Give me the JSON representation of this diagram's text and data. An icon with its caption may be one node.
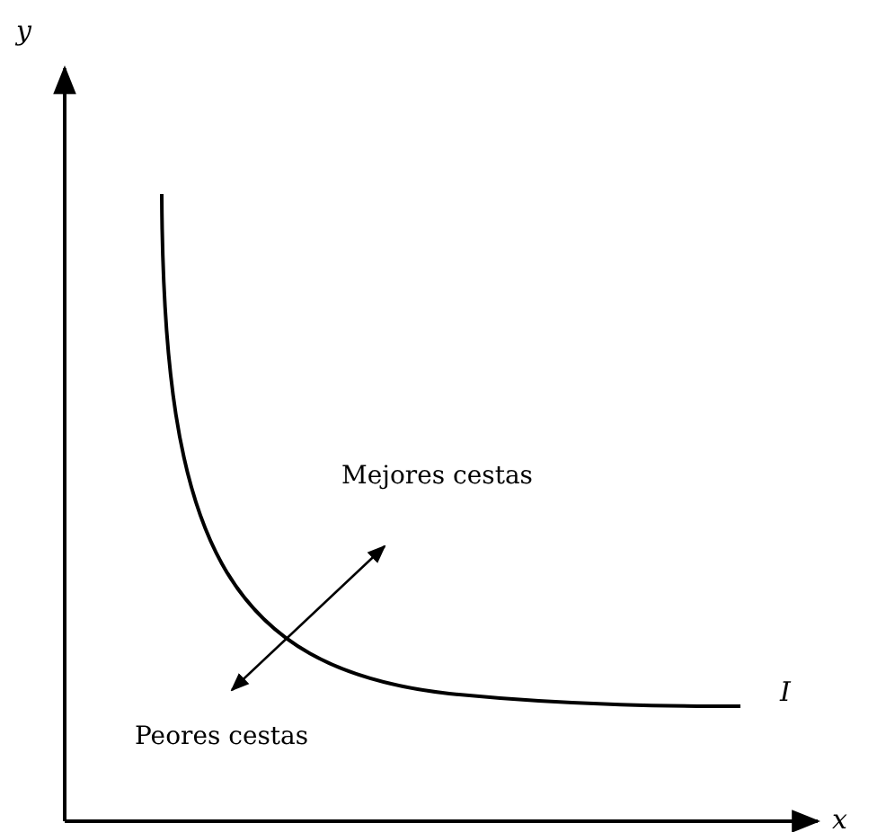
{
  "diagram": {
    "labels": [
      "y",
      "x",
      "I",
      "Mejores cestas",
      "Peores cestas"
    ]
  }
}
